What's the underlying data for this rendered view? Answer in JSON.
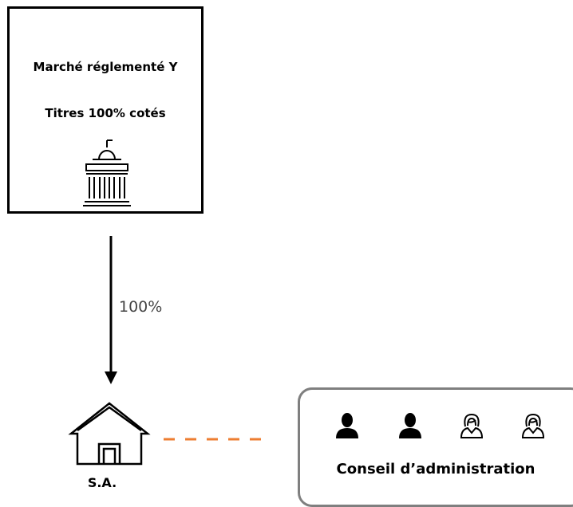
{
  "market": {
    "title": "Marché réglementé Y",
    "subtitle": "Titres 100% cotés",
    "icon": "stock-exchange-building-icon"
  },
  "link": {
    "percentage": "100%"
  },
  "company": {
    "label": "S.A.",
    "icon": "house-icon"
  },
  "board": {
    "label": "Conseil d’administration",
    "members": [
      {
        "icon": "male-person-icon"
      },
      {
        "icon": "male-person-icon"
      },
      {
        "icon": "female-person-icon"
      },
      {
        "icon": "female-person-icon"
      }
    ]
  },
  "colors": {
    "border": "#000000",
    "board_border": "#7f7f7f",
    "dashed_link": "#ed7d31",
    "percentage_text": "#444444"
  }
}
